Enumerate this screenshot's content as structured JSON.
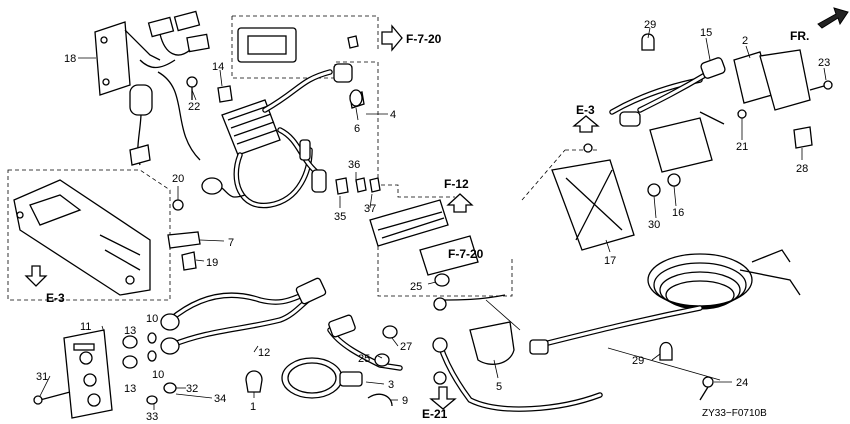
{
  "diagram": {
    "drawing_code": "ZY33−F0710B",
    "direction_label": "FR.",
    "references": {
      "f7_20_top": "F-7-20",
      "f12": "F-12",
      "f7_20_mid": "F-7-20",
      "e3_left": "E-3",
      "e3_right": "E-3",
      "e21": "E-21"
    },
    "callouts": {
      "c18": "18",
      "c14": "14",
      "c22": "22",
      "c6": "6",
      "c4": "4",
      "c36": "36",
      "c35": "35",
      "c37": "37",
      "c20": "20",
      "c7": "7",
      "c19": "19",
      "c11": "11",
      "c13a": "13",
      "c10a": "10",
      "c13b": "13",
      "c10b": "10",
      "c31": "31",
      "c32": "32",
      "c33": "33",
      "c34": "34",
      "c1": "1",
      "c12": "12",
      "c27": "27",
      "c25a": "25",
      "c25b": "25",
      "c3": "3",
      "c9": "9",
      "c5": "5",
      "c29a": "29",
      "c15": "15",
      "c2": "2",
      "c23": "23",
      "c21": "21",
      "c28": "28",
      "c30": "30",
      "c16": "16",
      "c17": "17",
      "c29b": "29",
      "c24": "24"
    }
  }
}
